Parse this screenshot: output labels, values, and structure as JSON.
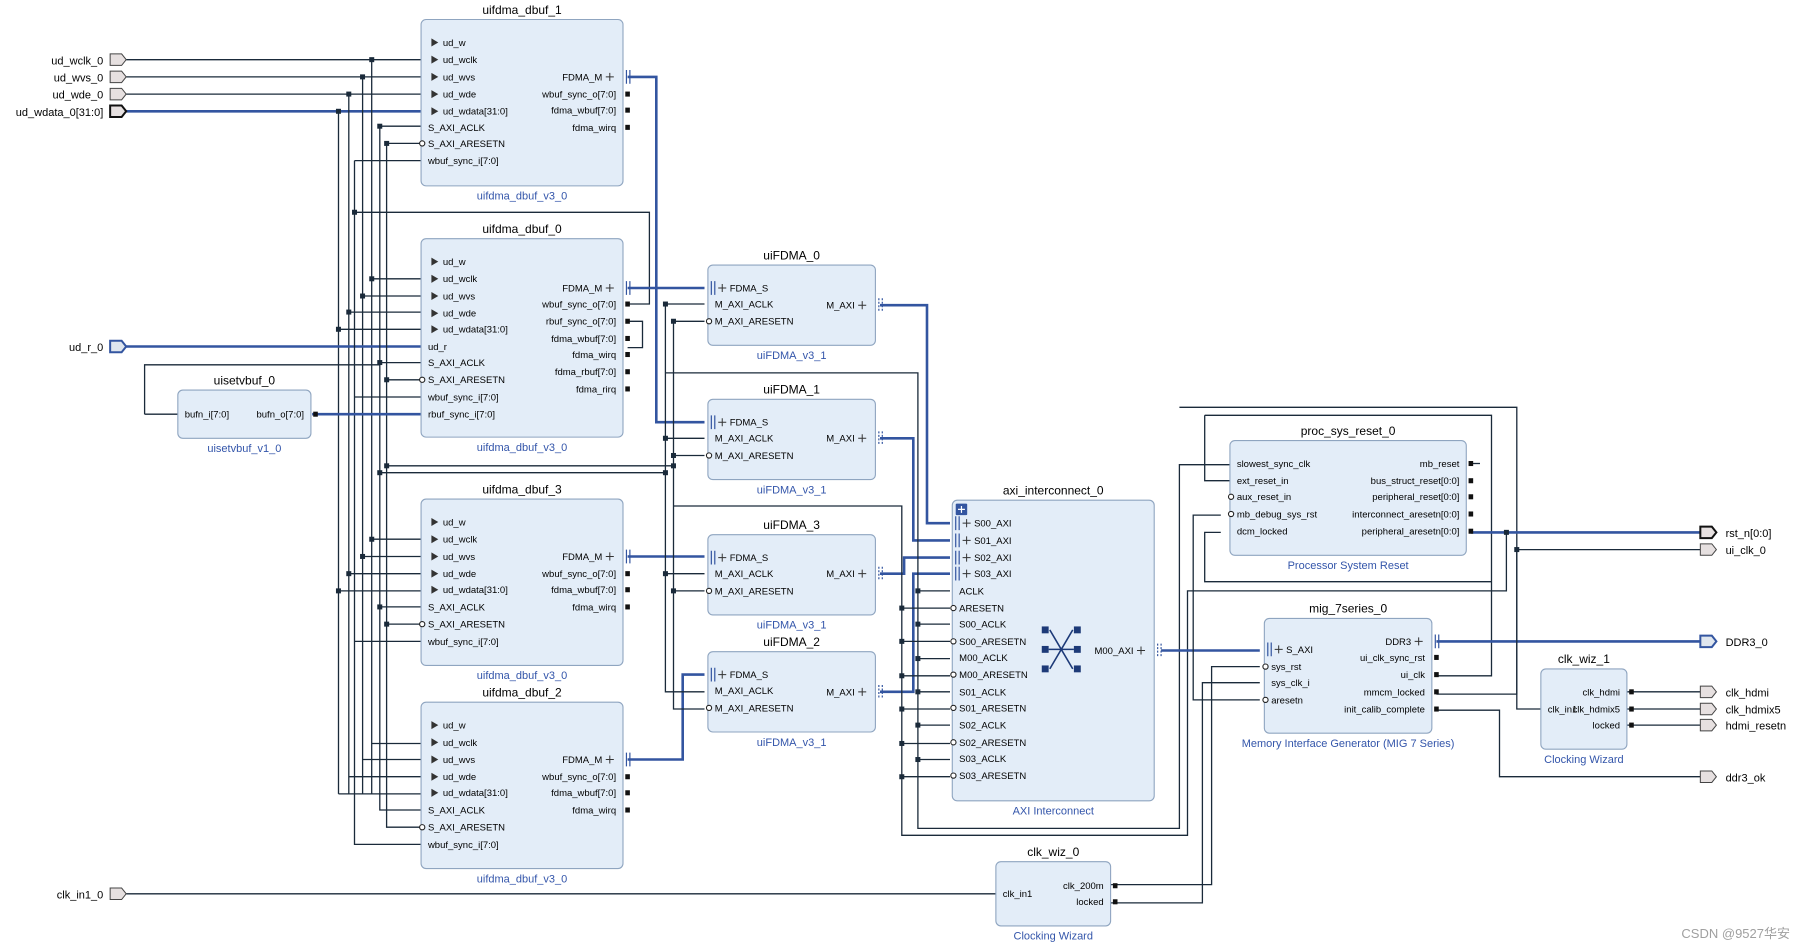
{
  "blocks": {
    "dbuf1": {
      "name": "uifdma_dbuf_1",
      "ip": "uifdma_dbuf_v3_0",
      "left": [
        "ud_w",
        "ud_wclk",
        "ud_wvs",
        "ud_wde",
        "ud_wdata[31:0]",
        "S_AXI_ACLK",
        "S_AXI_ARESETN",
        "wbuf_sync_i[7:0]"
      ],
      "right": [
        "FDMA_M",
        "wbuf_sync_o[7:0]",
        "fdma_wbuf[7:0]",
        "fdma_wirq"
      ]
    },
    "dbuf0": {
      "name": "uifdma_dbuf_0",
      "ip": "uifdma_dbuf_v3_0",
      "left": [
        "ud_w",
        "ud_wclk",
        "ud_wvs",
        "ud_wde",
        "ud_wdata[31:0]",
        "ud_r",
        "S_AXI_ACLK",
        "S_AXI_ARESETN",
        "wbuf_sync_i[7:0]",
        "rbuf_sync_i[7:0]"
      ],
      "right": [
        "FDMA_M",
        "wbuf_sync_o[7:0]",
        "rbuf_sync_o[7:0]",
        "fdma_wbuf[7:0]",
        "fdma_wirq",
        "fdma_rbuf[7:0]",
        "fdma_rirq"
      ]
    },
    "dbuf3": {
      "name": "uifdma_dbuf_3",
      "ip": "uifdma_dbuf_v3_0",
      "left": [
        "ud_w",
        "ud_wclk",
        "ud_wvs",
        "ud_wde",
        "ud_wdata[31:0]",
        "S_AXI_ACLK",
        "S_AXI_ARESETN",
        "wbuf_sync_i[7:0]"
      ],
      "right": [
        "FDMA_M",
        "wbuf_sync_o[7:0]",
        "fdma_wbuf[7:0]",
        "fdma_wirq"
      ]
    },
    "dbuf2": {
      "name": "uifdma_dbuf_2",
      "ip": "uifdma_dbuf_v3_0",
      "left": [
        "ud_w",
        "ud_wclk",
        "ud_wvs",
        "ud_wde",
        "ud_wdata[31:0]",
        "S_AXI_ACLK",
        "S_AXI_ARESETN",
        "wbuf_sync_i[7:0]"
      ],
      "right": [
        "FDMA_M",
        "wbuf_sync_o[7:0]",
        "fdma_wbuf[7:0]",
        "fdma_wirq"
      ]
    },
    "setv": {
      "name": "uisetvbuf_0",
      "ip": "uisetvbuf_v1_0",
      "left": [
        "bufn_i[7:0]"
      ],
      "right": [
        "bufn_o[7:0]"
      ]
    },
    "fdma0": {
      "name": "uiFDMA_0",
      "ip": "uiFDMA_v3_1",
      "left": [
        "FDMA_S",
        "M_AXI_ACLK",
        "M_AXI_ARESETN"
      ],
      "right": [
        "M_AXI"
      ]
    },
    "fdma1": {
      "name": "uiFDMA_1",
      "ip": "uiFDMA_v3_1",
      "left": [
        "FDMA_S",
        "M_AXI_ACLK",
        "M_AXI_ARESETN"
      ],
      "right": [
        "M_AXI"
      ]
    },
    "fdma3": {
      "name": "uiFDMA_3",
      "ip": "uiFDMA_v3_1",
      "left": [
        "FDMA_S",
        "M_AXI_ACLK",
        "M_AXI_ARESETN"
      ],
      "right": [
        "M_AXI"
      ]
    },
    "fdma2": {
      "name": "uiFDMA_2",
      "ip": "uiFDMA_v3_1",
      "left": [
        "FDMA_S",
        "M_AXI_ACLK",
        "M_AXI_ARESETN"
      ],
      "right": [
        "M_AXI"
      ]
    },
    "axi": {
      "name": "axi_interconnect_0",
      "ip": "AXI Interconnect",
      "left": [
        "S00_AXI",
        "S01_AXI",
        "S02_AXI",
        "S03_AXI",
        "ACLK",
        "ARESETN",
        "S00_ACLK",
        "S00_ARESETN",
        "M00_ACLK",
        "M00_ARESETN",
        "S01_ACLK",
        "S01_ARESETN",
        "S02_ACLK",
        "S02_ARESETN",
        "S03_ACLK",
        "S03_ARESETN"
      ],
      "right": [
        "M00_AXI"
      ]
    },
    "psr": {
      "name": "proc_sys_reset_0",
      "ip": "Processor System Reset",
      "left": [
        "slowest_sync_clk",
        "ext_reset_in",
        "aux_reset_in",
        "mb_debug_sys_rst",
        "dcm_locked"
      ],
      "right": [
        "mb_reset",
        "bus_struct_reset[0:0]",
        "peripheral_reset[0:0]",
        "interconnect_aresetn[0:0]",
        "peripheral_aresetn[0:0]"
      ]
    },
    "mig": {
      "name": "mig_7series_0",
      "ip": "Memory Interface Generator (MIG 7 Series)",
      "left": [
        "S_AXI",
        "sys_rst",
        "sys_clk_i",
        "aresetn"
      ],
      "right": [
        "DDR3",
        "ui_clk_sync_rst",
        "ui_clk",
        "mmcm_locked",
        "init_calib_complete"
      ]
    },
    "cw1": {
      "name": "clk_wiz_1",
      "ip": "Clocking Wizard",
      "left": [
        "clk_in1"
      ],
      "right": [
        "clk_hdmi",
        "clk_hdmix5",
        "locked"
      ]
    },
    "cw0": {
      "name": "clk_wiz_0",
      "ip": "Clocking Wizard",
      "left": [
        "clk_in1"
      ],
      "right": [
        "clk_200m",
        "locked"
      ]
    }
  },
  "ports_in": [
    "ud_wclk_0",
    "ud_wvs_0",
    "ud_wde_0",
    "ud_wdata_0[31:0]",
    "ud_r_0",
    "clk_in1_0"
  ],
  "ports_out": [
    "rst_n[0:0]",
    "ui_clk_0",
    "DDR3_0",
    "clk_hdmi",
    "clk_hdmix5",
    "hdmi_resetn",
    "ddr3_ok"
  ],
  "watermark": "CSDN @9527华安"
}
